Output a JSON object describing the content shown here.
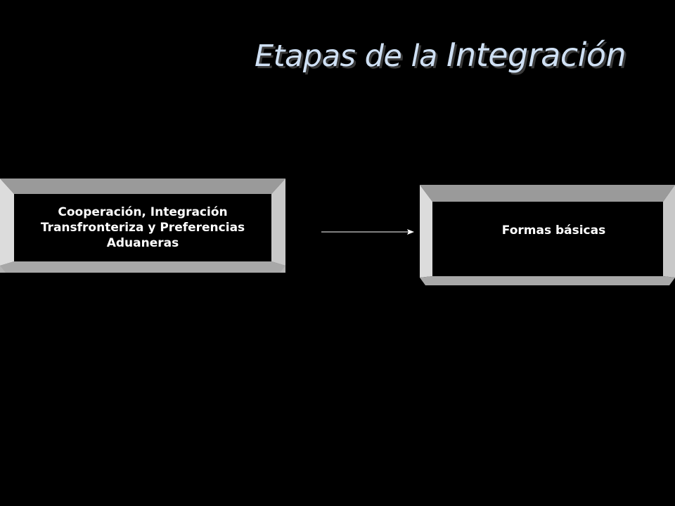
{
  "slide": {
    "title_part1": "Etapas de la ",
    "title_part2": "Integración",
    "background_color": "#000000",
    "title_color": "#cfe0f4"
  },
  "diagram": {
    "nodes": [
      {
        "id": "stage-1",
        "lines": [
          "Cooperación, Integración",
          "Transfronteriza y Preferencias",
          "Aduaneras"
        ]
      },
      {
        "id": "stage-2",
        "lines": [
          "Formas básicas"
        ]
      }
    ],
    "edges": [
      {
        "from": "stage-1",
        "to": "stage-2",
        "style": "arrow"
      }
    ],
    "box_frame_color": "#c0c0c0",
    "box_fill_color": "#000000",
    "text_color": "#ffffff"
  }
}
